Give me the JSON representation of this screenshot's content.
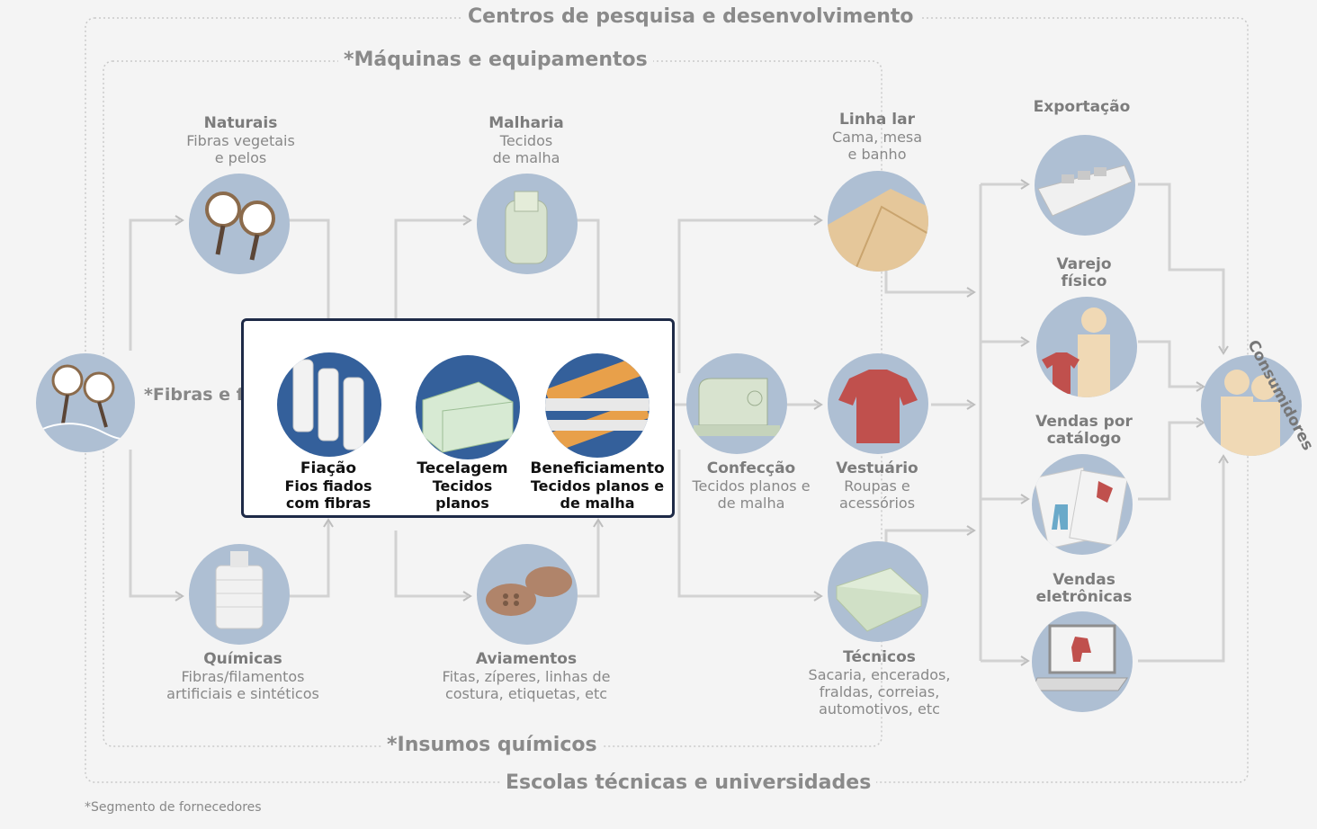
{
  "bands": {
    "top_outer": "Centros de pesquisa e desenvolvimento",
    "top_inner": "*Máquinas e equipamentos",
    "bottom_inner": "*Insumos químicos",
    "bottom_outer": "Escolas técnicas e universidades"
  },
  "source": {
    "label": "*Fibras e filamentos",
    "icon": "cotton-icon"
  },
  "nodes": {
    "naturais": {
      "title": "Naturais",
      "desc": "Fibras vegetais\ne pelos",
      "icon": "cotton-icon"
    },
    "quimicas": {
      "title": "Químicas",
      "desc": "Fibras/filamentos\nartificiais e sintéticos",
      "icon": "yarn-spool-icon"
    },
    "malharia": {
      "title": "Malharia",
      "desc": "Tecidos\nde malha",
      "icon": "knitting-machine-icon"
    },
    "aviamentos": {
      "title": "Aviamentos",
      "desc": "Fitas, zíperes, linhas de\ncostura, etiquetas, etc",
      "icon": "buttons-icon"
    },
    "flacao": {
      "title": "Fiação",
      "desc": "Fios fiados\ncom fibras",
      "icon": "spinning-bobbins-icon"
    },
    "tecelagem": {
      "title": "Tecelagem",
      "desc": "Tecidos\nplanos",
      "icon": "loom-icon"
    },
    "beneficiamento": {
      "title": "Beneficiamento",
      "desc": "Tecidos planos e\nde malha",
      "icon": "fabric-rolls-icon"
    },
    "confeccao": {
      "title": "Confecção",
      "desc": "Tecidos planos e\nde malha",
      "icon": "sewing-machine-icon"
    },
    "linha_lar": {
      "title": "Linha lar",
      "desc": "Cama, mesa\ne banho",
      "icon": "bed-linen-icon"
    },
    "vestuario": {
      "title": "Vestuário",
      "desc": "Roupas e\nacessórios",
      "icon": "tshirt-icon"
    },
    "tecnicos": {
      "title": "Técnicos",
      "desc": "Sacaria, encerados,\nfraldas, correias,\nautomotivos, etc",
      "icon": "folded-fabric-icon"
    },
    "exportacao": {
      "title": "Exportação",
      "desc": "",
      "icon": "cargo-ship-icon"
    },
    "varejo": {
      "title": "Varejo\nfísico",
      "desc": "",
      "icon": "store-clerk-icon"
    },
    "catalogo": {
      "title": "Vendas por\ncatálogo",
      "desc": "",
      "icon": "catalog-icon"
    },
    "eletronicas": {
      "title": "Vendas\neletrônicas",
      "desc": "",
      "icon": "laptop-icon"
    },
    "consumidores": {
      "title": "Consumidores",
      "icon": "people-icon"
    }
  },
  "footnote": "*Segmento de fornecedores",
  "colors": {
    "circle": "#aebfd3",
    "highlight_border": "#1e2a47",
    "background": "#f4f4f4",
    "wire": "#cfcfcf"
  }
}
